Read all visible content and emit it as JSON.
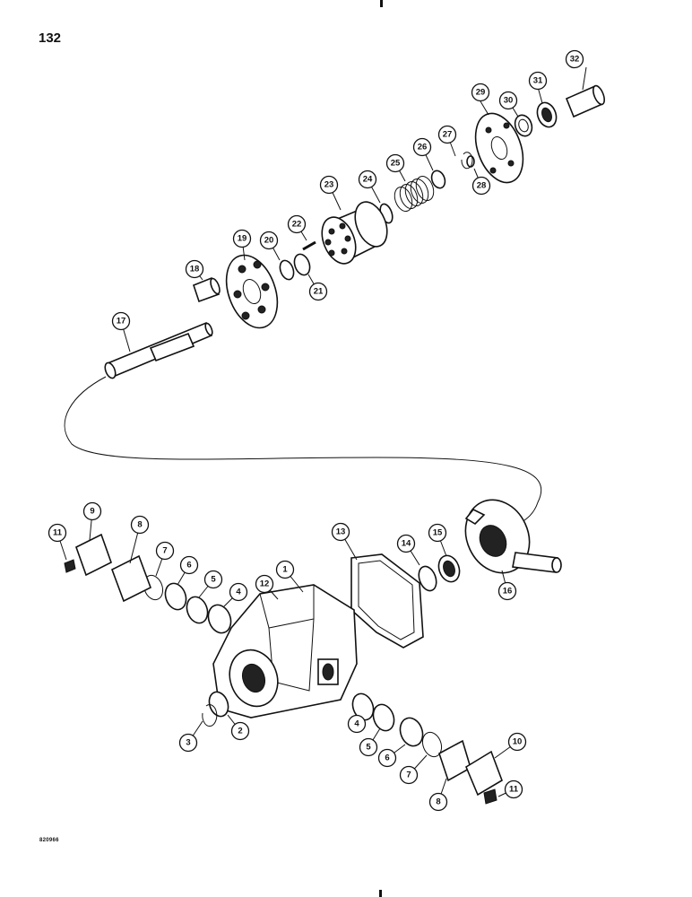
{
  "page": {
    "number": "132",
    "figure_code": "820966"
  },
  "callouts": [
    {
      "label": "1"
    },
    {
      "label": "2"
    },
    {
      "label": "3"
    },
    {
      "label": "4"
    },
    {
      "label": "4"
    },
    {
      "label": "5"
    },
    {
      "label": "5"
    },
    {
      "label": "6"
    },
    {
      "label": "6"
    },
    {
      "label": "7"
    },
    {
      "label": "7"
    },
    {
      "label": "8"
    },
    {
      "label": "8"
    },
    {
      "label": "9"
    },
    {
      "label": "10"
    },
    {
      "label": "11"
    },
    {
      "label": "11"
    },
    {
      "label": "12"
    },
    {
      "label": "13"
    },
    {
      "label": "14"
    },
    {
      "label": "15"
    },
    {
      "label": "16"
    },
    {
      "label": "17"
    },
    {
      "label": "18"
    },
    {
      "label": "19"
    },
    {
      "label": "20"
    },
    {
      "label": "21"
    },
    {
      "label": "22"
    },
    {
      "label": "23"
    },
    {
      "label": "24"
    },
    {
      "label": "25"
    },
    {
      "label": "26"
    },
    {
      "label": "27"
    },
    {
      "label": "28"
    },
    {
      "label": "29"
    },
    {
      "label": "30"
    },
    {
      "label": "31"
    },
    {
      "label": "32"
    }
  ]
}
